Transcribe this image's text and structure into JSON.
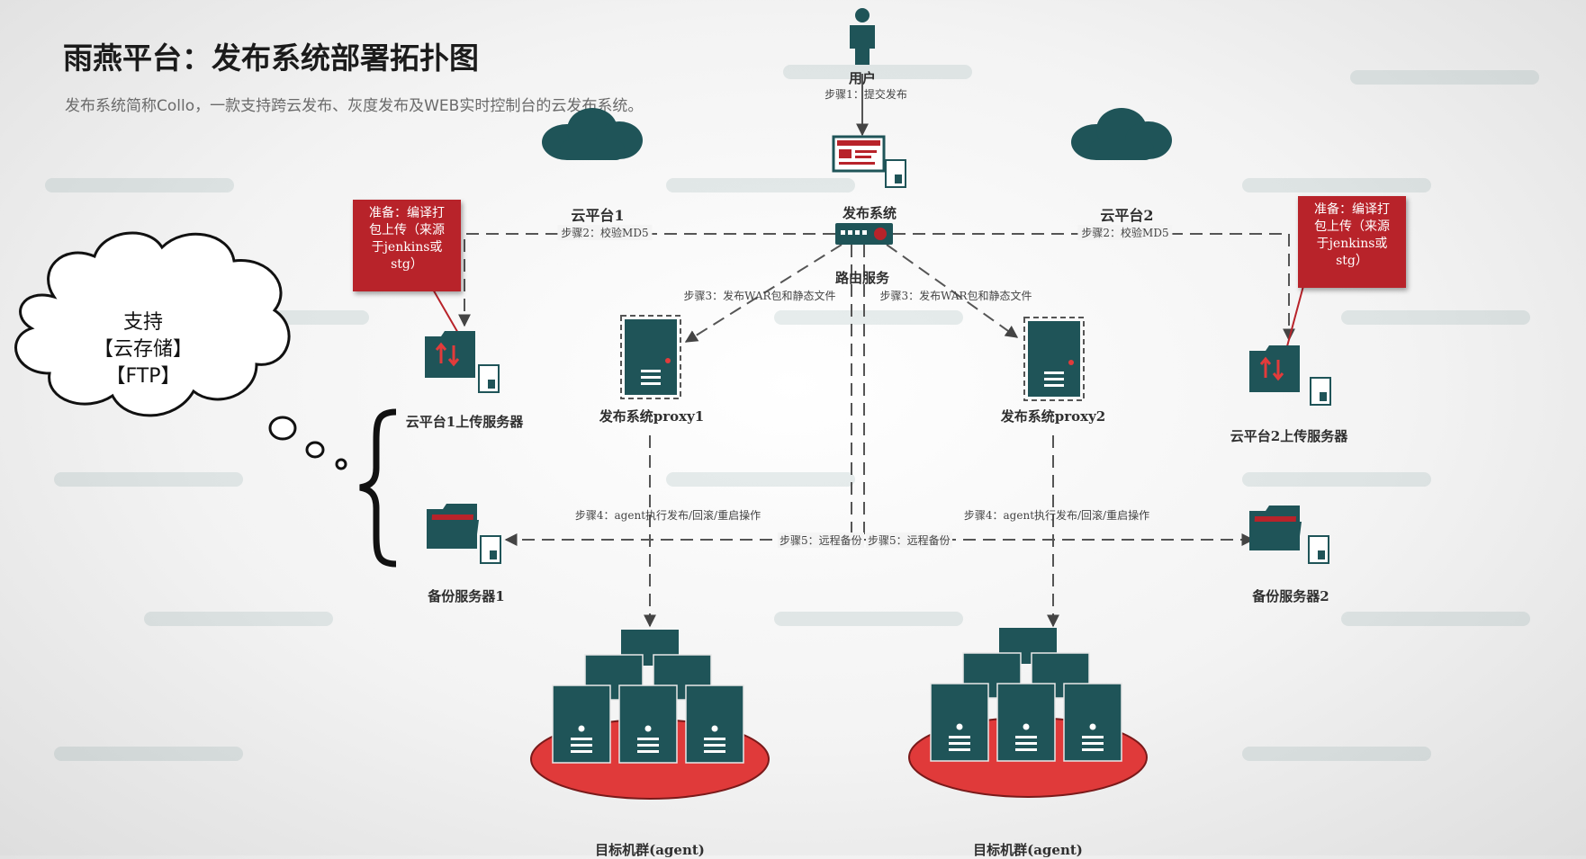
{
  "header": {
    "title": "雨燕平台：发布系统部署拓扑图",
    "subtitle": "发布系统简称Collo，一款支持跨云发布、灰度发布及WEB实时控制台的云发布系统。"
  },
  "nodes": {
    "user": "用户",
    "publish_system": "发布系统",
    "router": "路由服务",
    "cloud1": "云平台1",
    "cloud2": "云平台2",
    "proxy1": "发布系统proxy1",
    "proxy2": "发布系统proxy2",
    "upload1": "云平台1上传服务器",
    "upload2": "云平台2上传服务器",
    "backup1": "备份服务器1",
    "backup2": "备份服务器2",
    "cluster1": "目标机群(agent)",
    "cluster2": "目标机群(agent)"
  },
  "steps": {
    "step1": "步骤1：提交发布",
    "step2_left": "步骤2：校验MD5",
    "step2_right": "步骤2：校验MD5",
    "step3_left": "步骤3：发布WAR包和静态文件",
    "step3_right": "步骤3：发布WAR包和静态文件",
    "step4_left": "步骤4：agent执行发布/回滚/重启操作",
    "step4_right": "步骤4：agent执行发布/回滚/重启操作",
    "step5_left": "步骤5：远程备份",
    "step5_right": "步骤5：远程备份"
  },
  "notes": {
    "left": "准备：编译打\n包上传（来源\n于jenkins或\nstg）",
    "right": "准备：编译打\n包上传（来源\n于jenkins或\nstg）"
  },
  "thought": {
    "line1": "支持",
    "line2": "【云存储】",
    "line3": "【FTP】"
  },
  "colors": {
    "teal": "#1f5458",
    "red": "#b8232a",
    "ellipse_red": "#e03a3a",
    "line": "#555555"
  },
  "icons": {
    "user": "person-icon",
    "publish_system": "web-console-icon",
    "router": "router-icon",
    "cloud": "cloud-icon",
    "proxy": "server-tower-icon",
    "upload": "upload-folder-icon",
    "backup": "folder-icon",
    "cluster": "server-cluster-icon"
  }
}
